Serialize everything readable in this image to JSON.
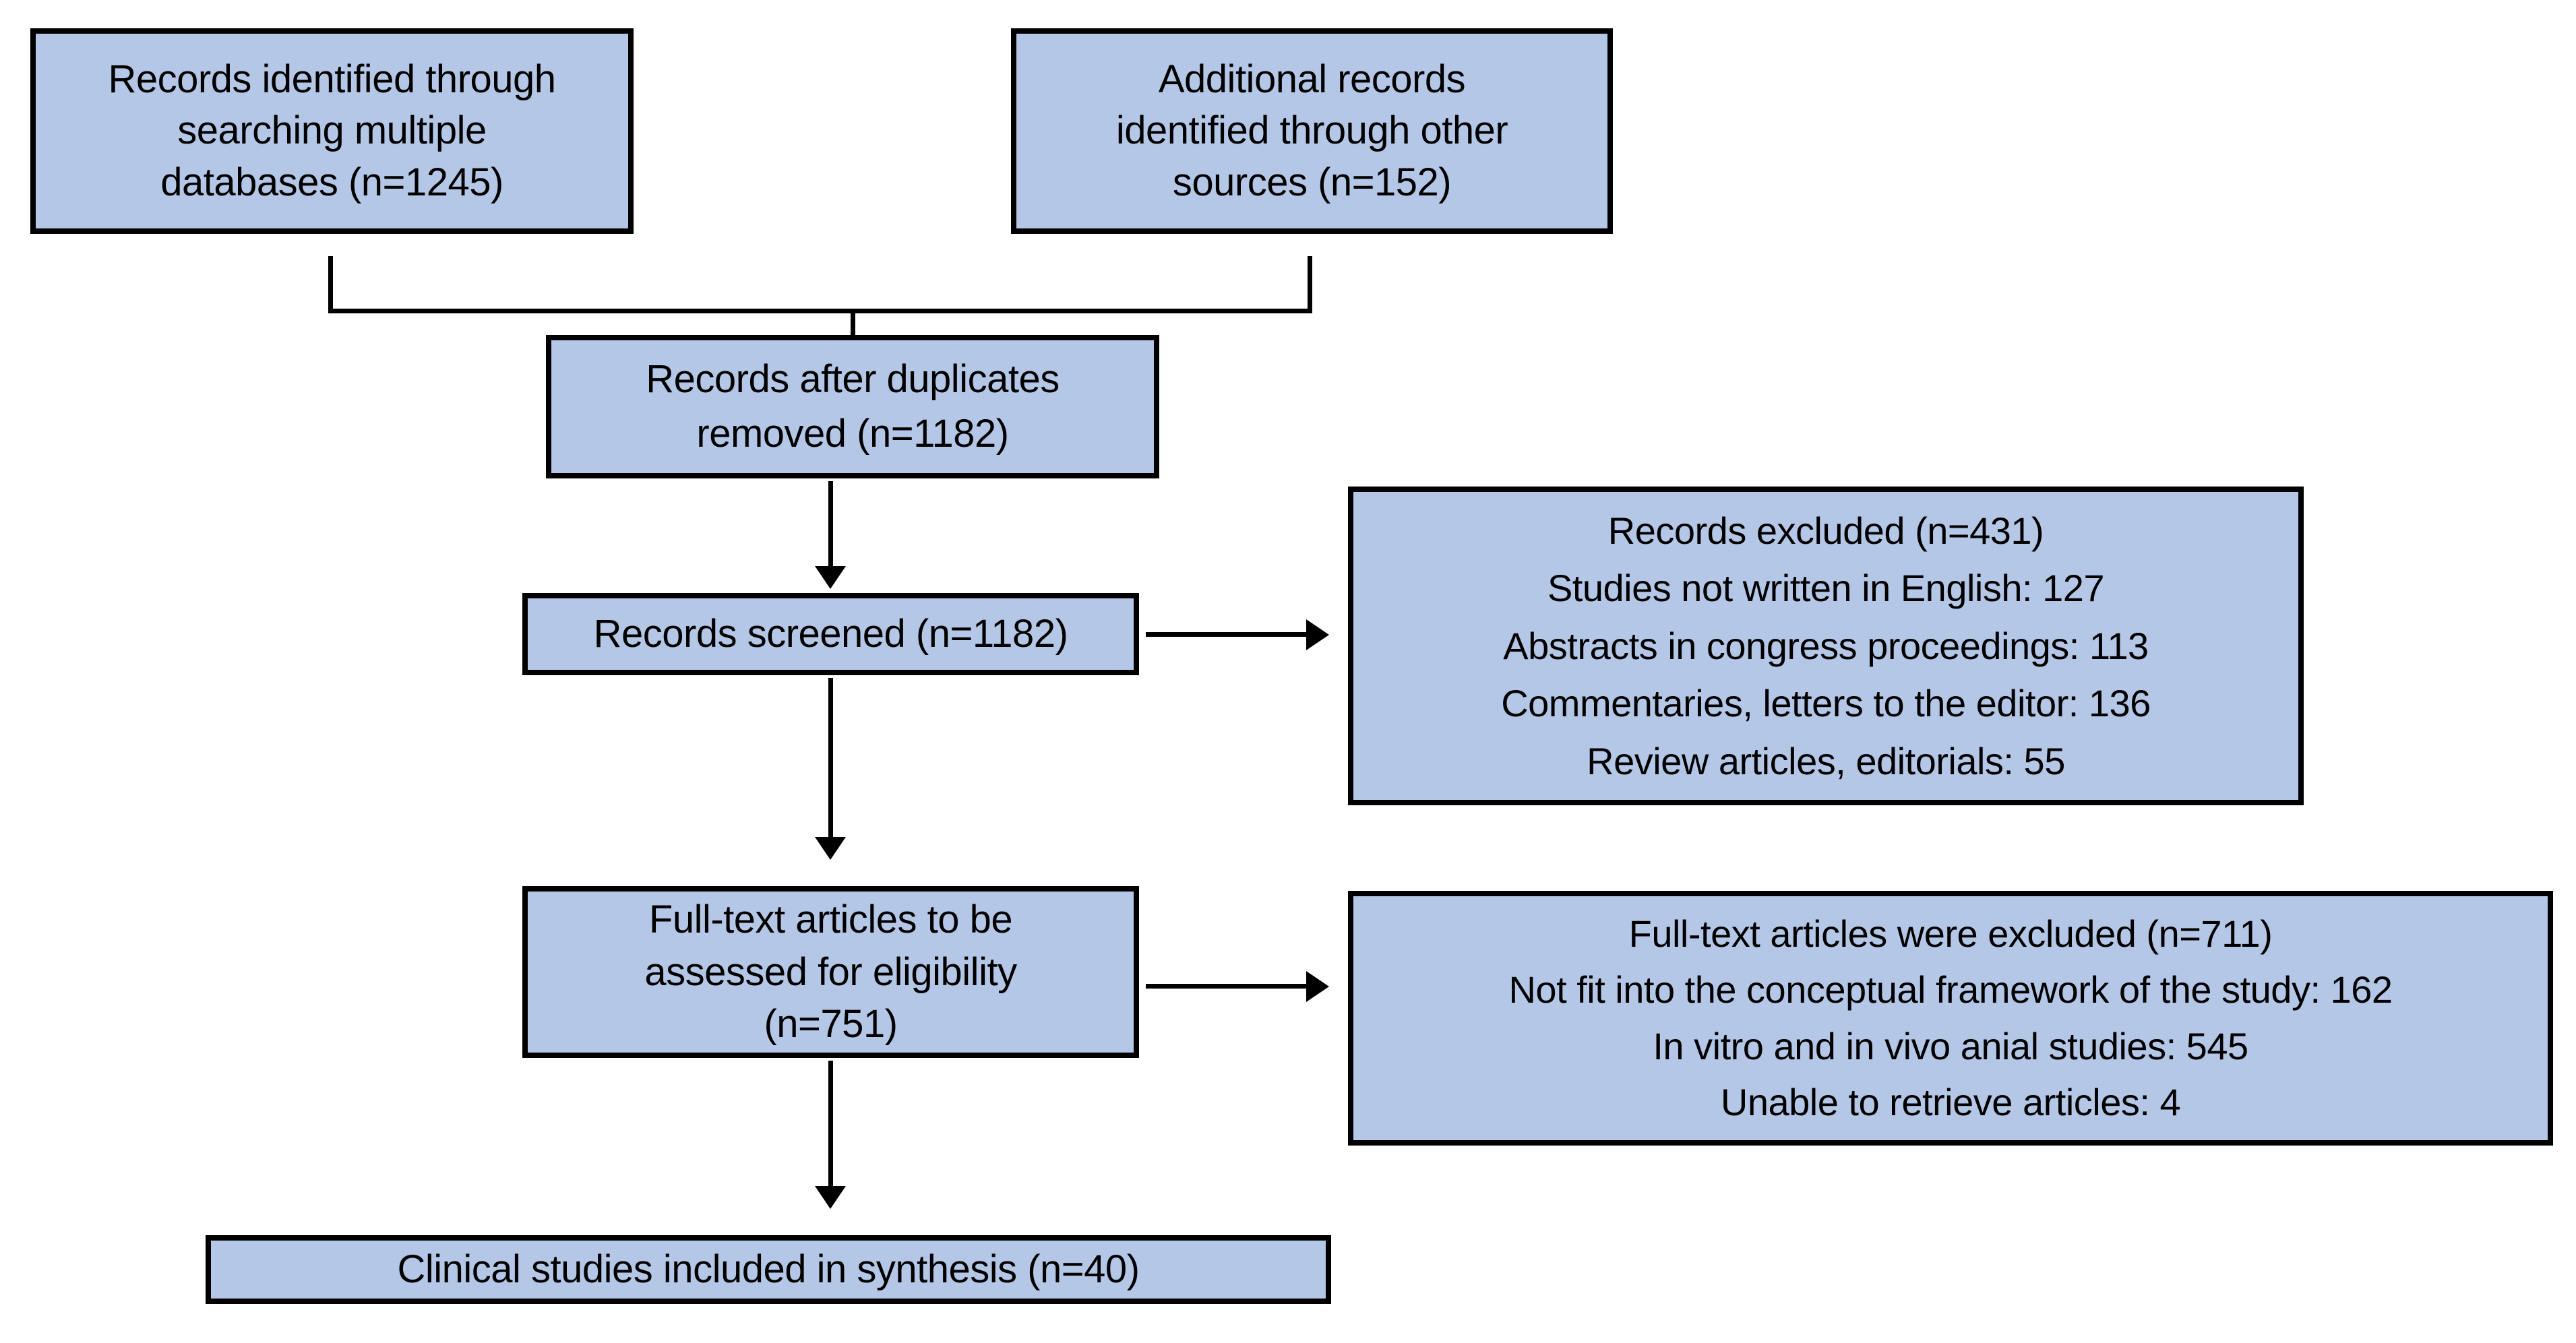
{
  "diagram": {
    "title": "PRISMA study selection flow diagram",
    "colors": {
      "box_fill": "#b4c7e7",
      "box_border": "#000000",
      "text": "#000000",
      "background": "#ffffff"
    },
    "boxes": {
      "identified": {
        "name": "Records identified through searching multiple databases",
        "lines": [
          "Records identified through",
          "searching multiple",
          "databases (n=1245)"
        ],
        "count": 1245
      },
      "additional": {
        "name": "Additional records identified through other sources",
        "lines": [
          "Additional records",
          "identified through other",
          "sources (n=152)"
        ],
        "count": 152
      },
      "duplicates_removed": {
        "name": "Records after duplicates removed",
        "lines": [
          "Records after duplicates",
          "removed (n=1182)"
        ],
        "count": 1182
      },
      "screened": {
        "name": "Records screened",
        "lines": [
          "Records screened (n=1182)"
        ],
        "count": 1182
      },
      "records_excluded": {
        "name": "Records excluded",
        "lines": [
          "Records excluded (n=431)",
          "Studies not written in English: 127",
          "Abstracts in congress proceedings:  113",
          "Commentaries, letters to the editor: 136",
          "Review articles, editorials: 55"
        ],
        "count": 431,
        "reasons": [
          {
            "label": "Studies not written in English",
            "value": 127
          },
          {
            "label": "Abstracts in congress proceedings",
            "value": 113
          },
          {
            "label": "Commentaries, letters to the editor",
            "value": 136
          },
          {
            "label": "Review articles, editorials",
            "value": 55
          }
        ]
      },
      "fulltext_assessed": {
        "name": "Full-text articles to be assessed for eligibility",
        "lines": [
          "Full-text articles to be",
          "assessed for eligibility",
          "(n=751)"
        ],
        "count": 751
      },
      "fulltext_excluded": {
        "name": "Full-text articles were excluded",
        "lines": [
          "Full-text articles were excluded (n=711)",
          "Not fit into the conceptual framework of the study: 162",
          "In vitro and in vivo anial studies: 545",
          "Unable to retrieve articles: 4"
        ],
        "count": 711,
        "reasons": [
          {
            "label": "Not fit into the conceptual framework of the study",
            "value": 162
          },
          {
            "label": "In vitro and in vivo anial studies",
            "value": 545
          },
          {
            "label": "Unable to retrieve articles",
            "value": 4
          }
        ]
      },
      "included": {
        "name": "Clinical studies included in synthesis",
        "lines": [
          "Clinical studies included in synthesis (n=40)"
        ],
        "count": 40
      }
    }
  }
}
